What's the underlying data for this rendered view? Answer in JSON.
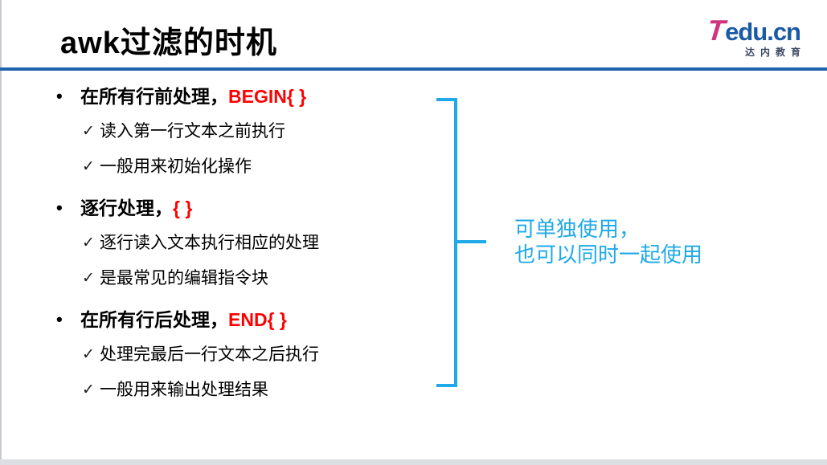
{
  "slide": {
    "title": "awk过滤的时机"
  },
  "logo": {
    "t": "T",
    "rest": "edu.cn",
    "subtitle": "达内教育"
  },
  "glyphs": {
    "bullet": "•",
    "check": "✓"
  },
  "bullets": [
    {
      "label": "在所有行前处理，",
      "code": "BEGIN{ }",
      "subs": [
        "读入第一行文本之前执行",
        "一般用来初始化操作"
      ]
    },
    {
      "label": "逐行处理，",
      "code": "{ }",
      "subs": [
        "逐行读入文本执行相应的处理",
        "是最常见的编辑指令块"
      ]
    },
    {
      "label": "在所有行后处理，",
      "code": "END{ }",
      "subs": [
        "处理完最后一行文本之后执行",
        "一般用来输出处理结果"
      ]
    }
  ],
  "annotation": {
    "line1": "可单独使用，",
    "line2": "也可以同时一起使用"
  },
  "colors": {
    "title_rule_blue": "#1e64ae",
    "code_red": "#ff0000",
    "bracket_cyan": "#1fa9e9",
    "logo_pink": "#d1347f",
    "logo_blue": "#1a5aa5",
    "bottom_strip_gray": "#dddde4"
  }
}
